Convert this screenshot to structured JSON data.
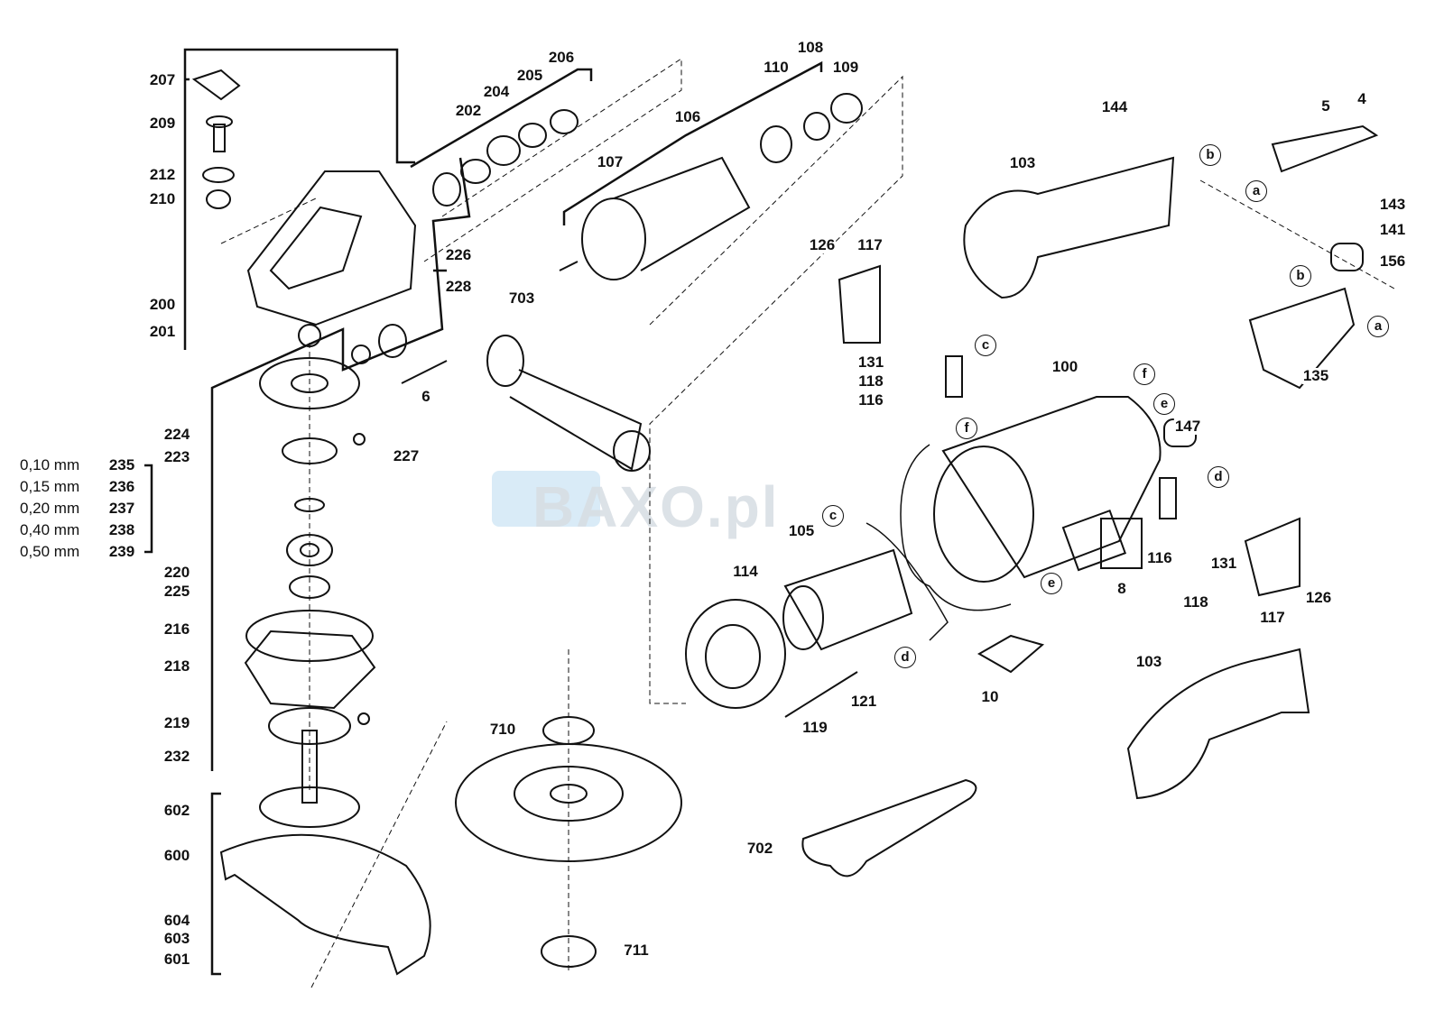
{
  "diagram": {
    "watermark": "BAXO.pl",
    "shim_sizes": [
      "0,10 mm",
      "0,15 mm",
      "0,20 mm",
      "0,40 mm",
      "0,50 mm"
    ],
    "labels": [
      "207",
      "209",
      "212",
      "210",
      "200",
      "201",
      "224",
      "223",
      "235",
      "236",
      "237",
      "238",
      "239",
      "220",
      "225",
      "216",
      "218",
      "219",
      "232",
      "602",
      "600",
      "604",
      "603",
      "601",
      "206",
      "205",
      "204",
      "202",
      "226",
      "228",
      "6",
      "227",
      "703",
      "106",
      "107",
      "108",
      "110",
      "109",
      "144",
      "103",
      "5",
      "4",
      "b",
      "a",
      "143",
      "141",
      "156",
      "b",
      "a",
      "135",
      "126",
      "117",
      "c",
      "131",
      "118",
      "116",
      "100",
      "f",
      "e",
      "147",
      "f",
      "d",
      "c",
      "105",
      "114",
      "116",
      "131",
      "118",
      "126",
      "117",
      "8",
      "e",
      "d",
      "121",
      "10",
      "119",
      "710",
      "711",
      "702",
      "103"
    ]
  }
}
